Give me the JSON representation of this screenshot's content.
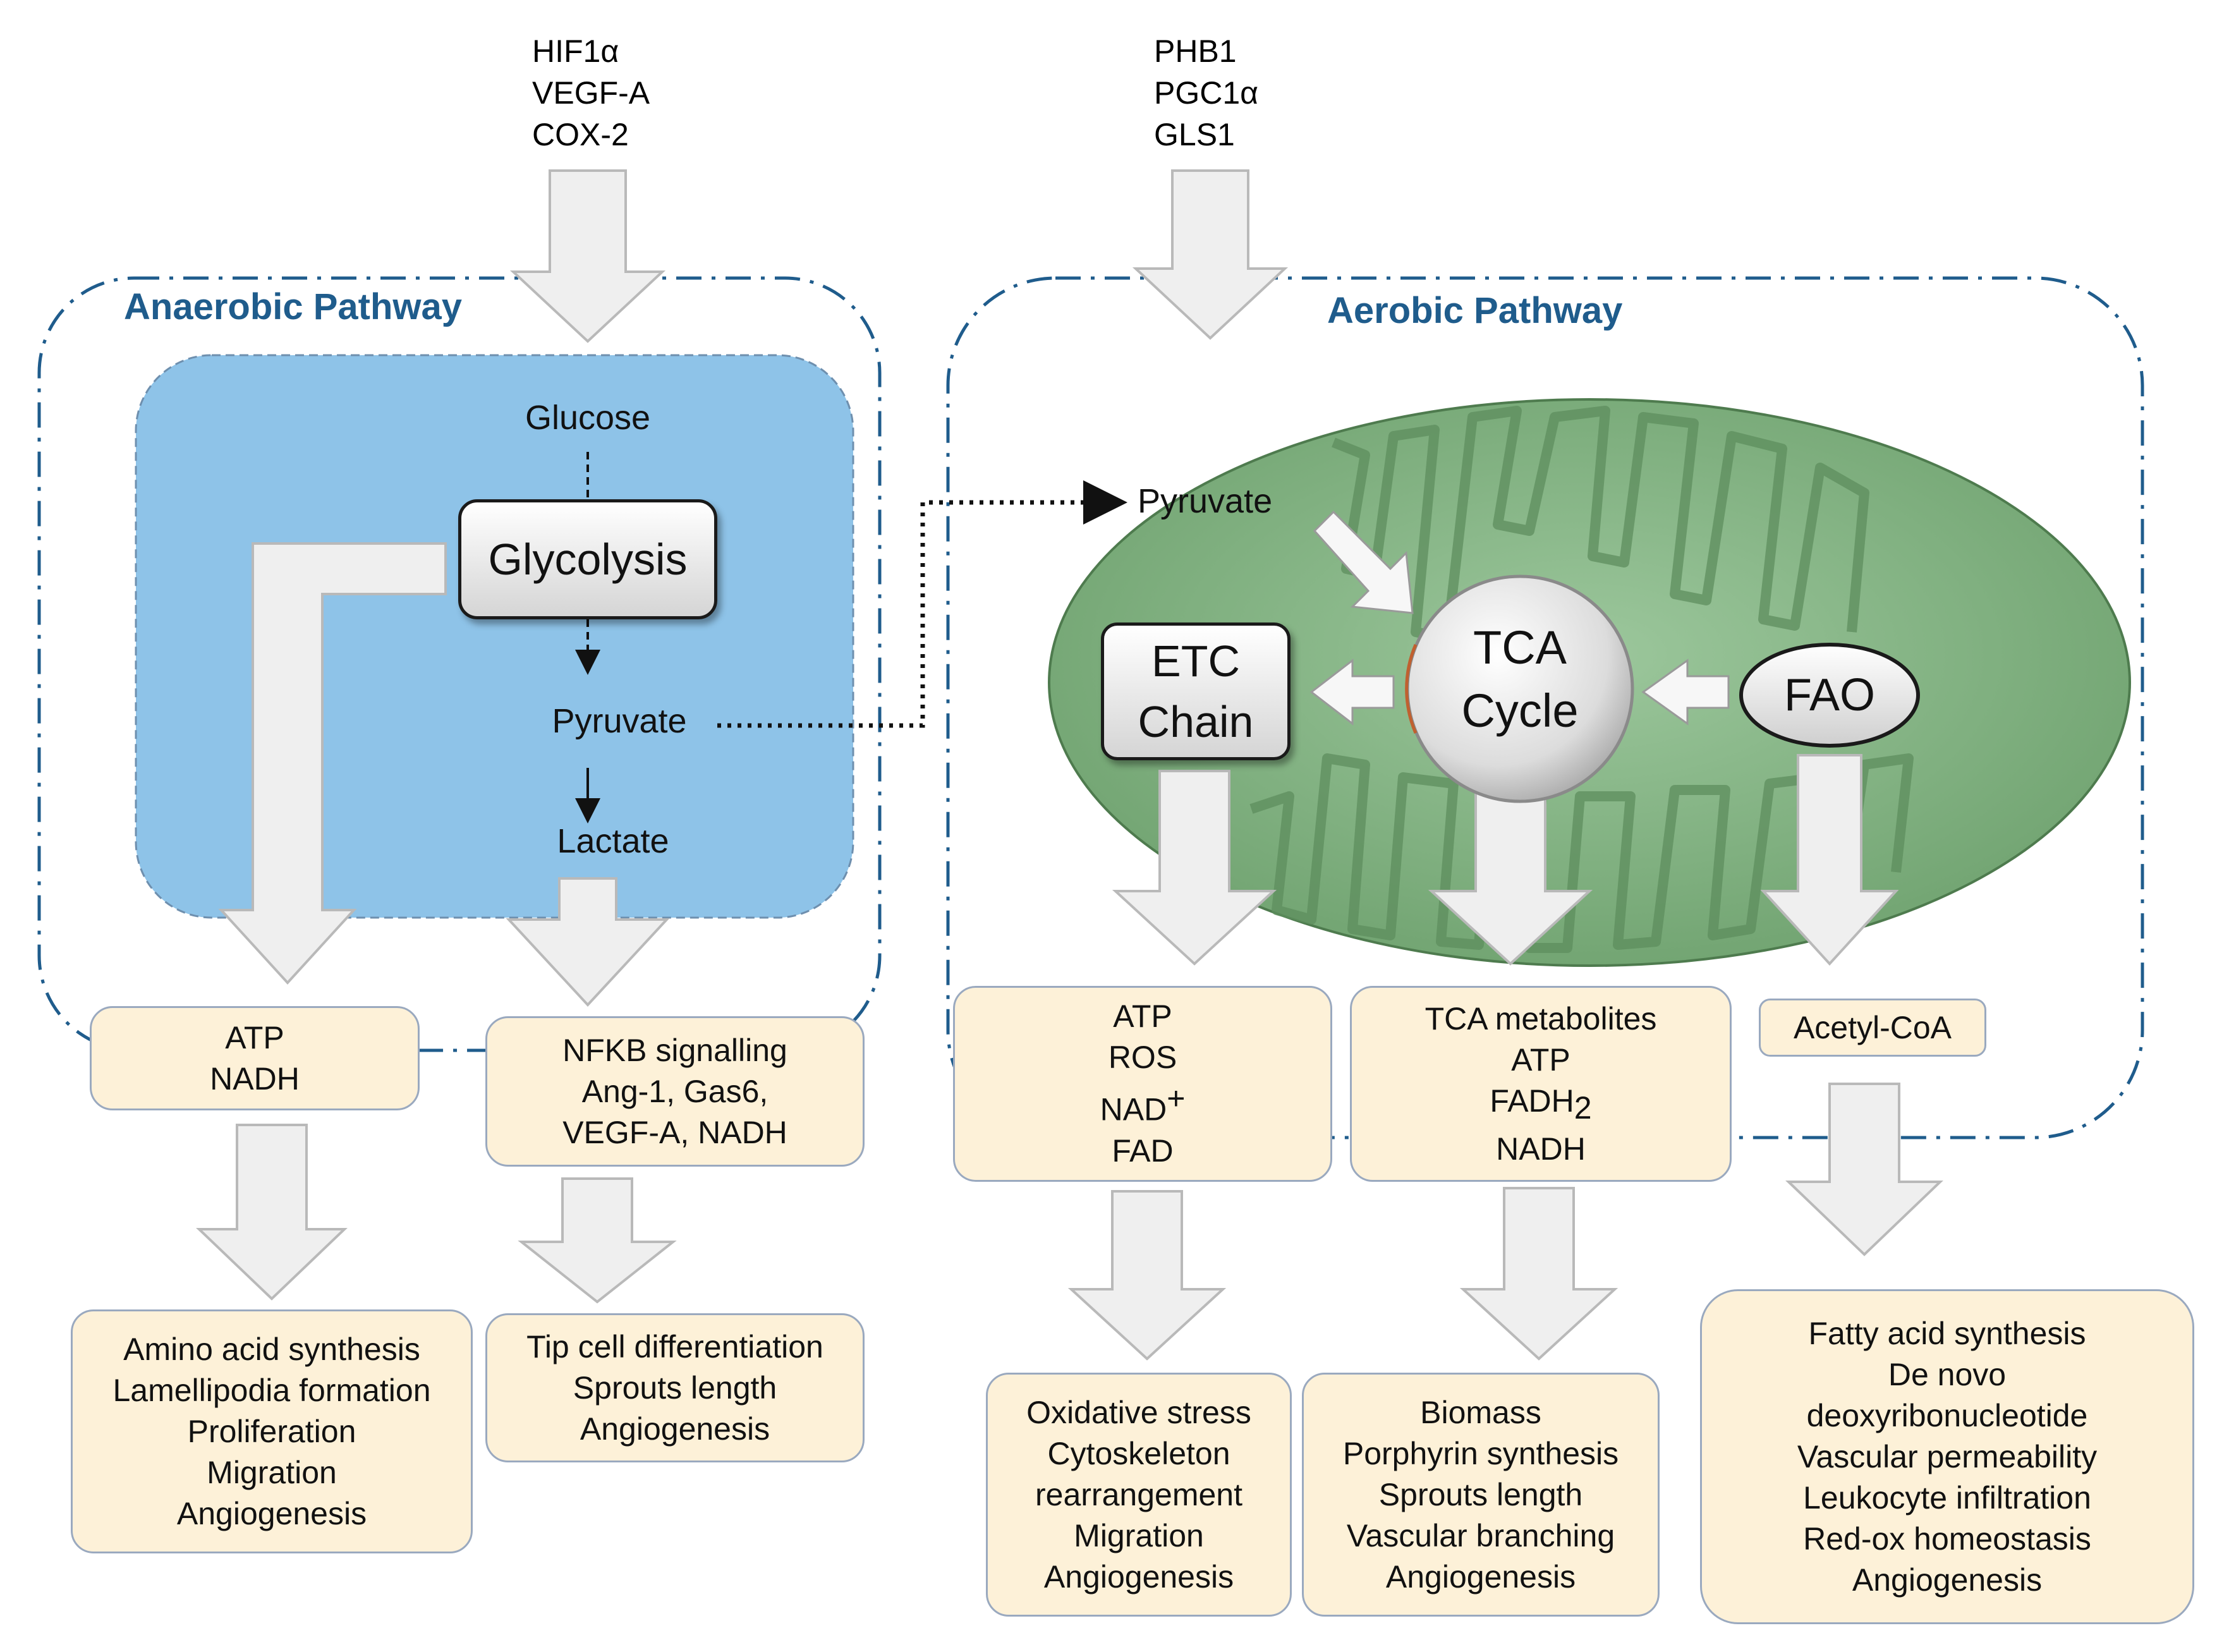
{
  "regulators": {
    "anaerobic": [
      "HIF1α",
      "VEGF-A",
      "COX-2"
    ],
    "aerobic": [
      "PHB1",
      "PGC1α",
      "GLS1"
    ]
  },
  "anaerobic": {
    "title": "Anaerobic Pathway",
    "glucose": "Glucose",
    "glycolysis": "Glycolysis",
    "pyruvate": "Pyruvate",
    "lactate": "Lactate",
    "outputs": {
      "atp_box": [
        "ATP",
        "NADH"
      ],
      "nfkb_box": [
        "NFKB signalling",
        "Ang-1, Gas6,",
        "VEGF-A, NADH"
      ]
    },
    "effects": {
      "left": [
        "Amino acid synthesis",
        "Lamellipodia formation",
        "Proliferation",
        "Migration",
        "Angiogenesis"
      ],
      "right": [
        "Tip cell differentiation",
        "Sprouts length",
        "Angiogenesis"
      ]
    }
  },
  "aerobic": {
    "title": "Aerobic Pathway",
    "pyruvate": "Pyruvate",
    "etc": [
      "ETC",
      "Chain"
    ],
    "tca": [
      "TCA",
      "Cycle"
    ],
    "fao": "FAO",
    "outputs": {
      "etc_box": [
        "ATP",
        "ROS",
        "NAD",
        "FAD"
      ],
      "etc_box_sup": "+",
      "tca_box": [
        "TCA metabolites",
        "ATP",
        "FADH",
        "NADH"
      ],
      "tca_box_sub": "2",
      "fao_box": [
        "Acetyl-CoA"
      ]
    },
    "effects": {
      "etc": [
        "Oxidative stress",
        "Cytoskeleton",
        "rearrangement",
        "Migration",
        "Angiogenesis"
      ],
      "tca": [
        "Biomass",
        "Porphyrin synthesis",
        "Sprouts length",
        "Vascular branching",
        "Angiogenesis"
      ],
      "fao": [
        "Fatty acid synthesis",
        "De novo",
        "deoxyribonucleotide",
        "Vascular permeability",
        "Leukocyte infiltration",
        "Red-ox homeostasis",
        "Angiogenesis"
      ]
    }
  },
  "colors": {
    "path_border": "#1f5c8c",
    "cytosol": "#8ec3e8",
    "mitochondrion": "#8cb98c",
    "box_fill": "#fdf1d8",
    "arrow_fill": "#efefef"
  }
}
